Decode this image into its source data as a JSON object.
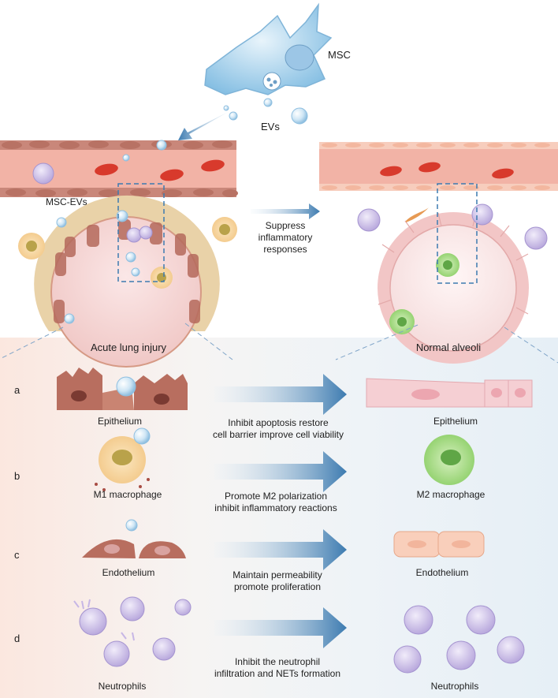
{
  "top": {
    "msc_label": "MSC",
    "evs_label": "EVs",
    "msc_evs_label": "MSC-EVs",
    "transition_label": [
      "Suppress",
      "inflammatory",
      "responses"
    ],
    "left_caption": "Acute lung injury",
    "right_caption": "Normal alveoli"
  },
  "rows": [
    {
      "letter": "a",
      "left_label": "Epithelium",
      "arrow_text": [
        "Inhibit apoptosis restore",
        "cell barrier improve cell viability"
      ],
      "right_label": "Epithelium"
    },
    {
      "letter": "b",
      "left_label": "M1 macrophage",
      "arrow_text": [
        "Promote M2 polarization",
        "inhibit inflammatory reactions"
      ],
      "right_label": "M2 macrophage"
    },
    {
      "letter": "c",
      "left_label": "Endothelium",
      "arrow_text": [
        "Maintain permeability",
        "promote proliferation"
      ],
      "right_label": "Endothelium"
    },
    {
      "letter": "d",
      "left_label": "Neutrophils",
      "arrow_text": [
        "Inhibit the neutrophil",
        "infiltration and NETs formation"
      ],
      "right_label": "Neutrophils"
    }
  ],
  "colors": {
    "vessel": "#f2b3a6",
    "rbc": "#d83a2c",
    "ev": "#cfe6f5",
    "arrow": "#3d7bb0",
    "m1": "#f3c98a",
    "m2": "#8fd06a",
    "neutrophil": "#b9a9dd"
  }
}
